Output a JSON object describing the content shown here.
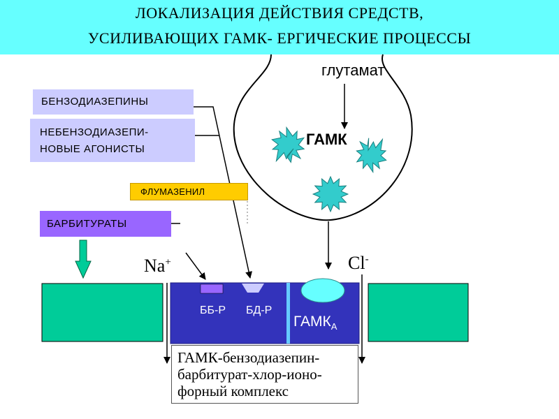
{
  "title": {
    "line1": "ЛОКАЛИЗАЦИЯ ДЕЙСТВИЯ СРЕДСТВ,",
    "line2": "УСИЛИВАЮЩИХ  ГАМК- ЕРГИЧЕСКИЕ ПРОЦЕССЫ"
  },
  "labels": {
    "benzodiazepines": "БЕНЗОДИАЗЕПИНЫ",
    "nonbenzo_line1": "НЕБЕНЗОДИАЗЕПИ-",
    "nonbenzo_line2": "НОВЫЕ АГОНИСТЫ",
    "flumazenil": "ФЛУМАЗЕНИЛ",
    "barbiturates": "БАРБИТУРАТЫ"
  },
  "neuron": {
    "glutamate": "глутамат",
    "gaba": "ГАМК"
  },
  "ions": {
    "na": "Na",
    "na_sup": "+",
    "cl": "Cl",
    "cl_sup": "-"
  },
  "receptor": {
    "bb_site": "ББ-Р",
    "bd_site": "БД-Р",
    "gaba_a": "ГАМК",
    "gaba_a_sub": "А"
  },
  "complex_caption": {
    "line1": "ГАМК-бензодиазепин-",
    "line2": "барбитурат-хлор-ионо-",
    "line3": "форный комплекс"
  },
  "colors": {
    "title_bg": "#66ffff",
    "membrane": "#00cc99",
    "receptor": "#3333bb",
    "gaba_molecule": "#66ffff",
    "benzo_box": "#ccccff",
    "flumazenil_box": "#ffcc00",
    "barbiturate_box": "#9966ff"
  }
}
